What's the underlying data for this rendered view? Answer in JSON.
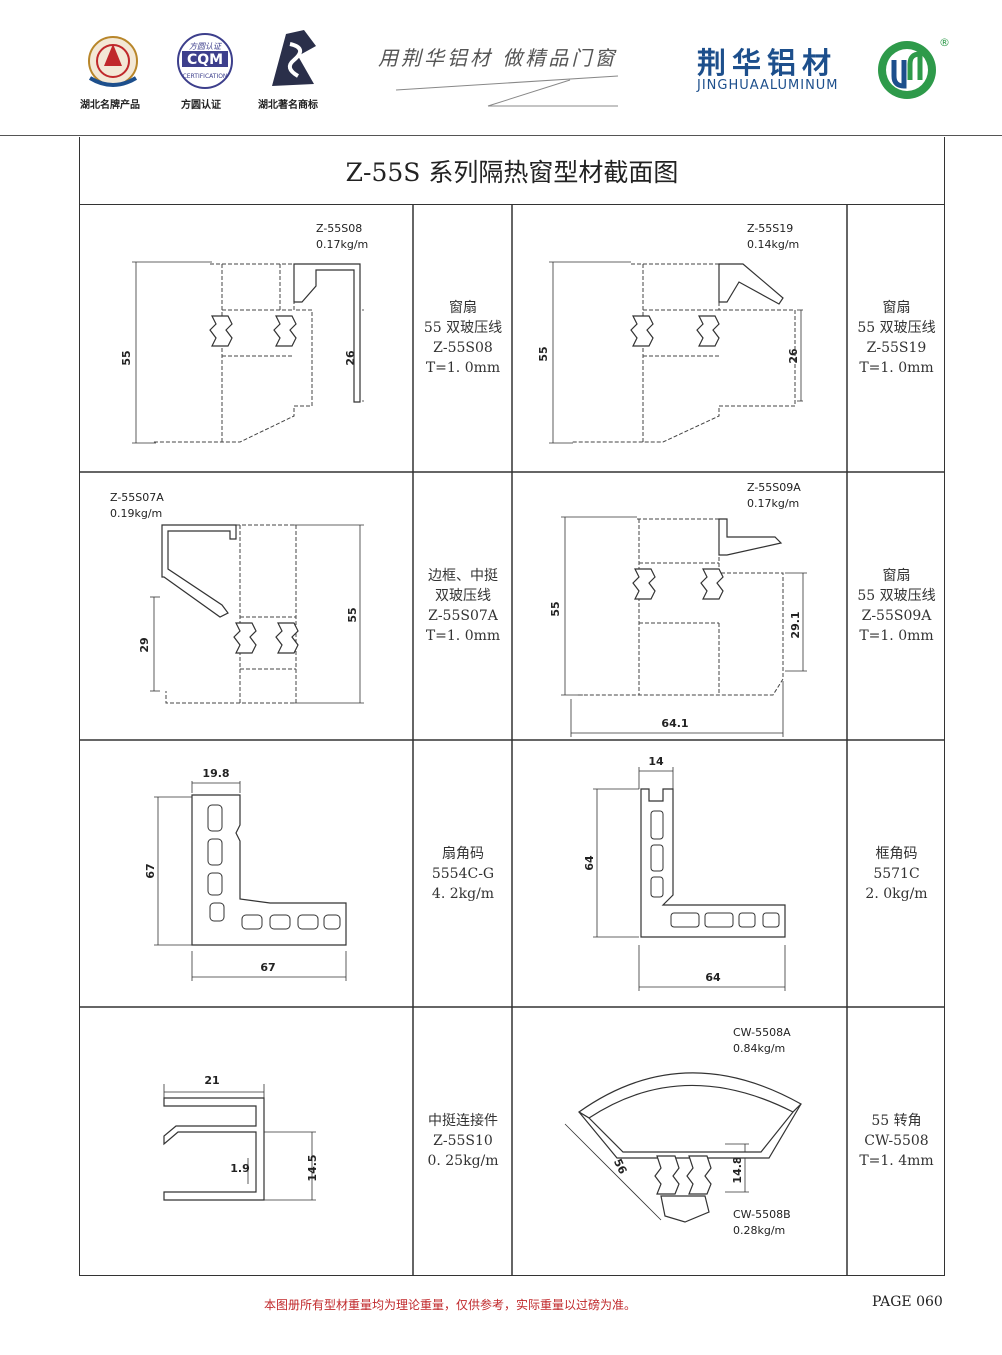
{
  "header": {
    "logos": [
      {
        "icon": "hubei-famous-brand-emblem-icon",
        "caption": "湖北名牌产品"
      },
      {
        "icon": "cqm-certification-icon",
        "caption": "方圆认证",
        "mark": "CQM",
        "mark_sub": "方圆认证",
        "mark_ring": "CERTIFICATION"
      },
      {
        "icon": "hubei-famous-trademark-icon",
        "caption": "湖北著名商标"
      }
    ],
    "slogan": "用荆华铝材 做精品门窗",
    "brand_cn": "荆华铝材",
    "brand_en": "JINGHUAALUMINUM",
    "registered": "®"
  },
  "title": "Z-55S 系列隔热窗型材截面图",
  "cells": [
    {
      "part_label": "Z-55S08",
      "weight_label": "0.17kg/m",
      "dims": [
        "55",
        "26"
      ],
      "desc": [
        "窗扇",
        "55 双玻压线",
        "Z-55S08",
        "T=1. 0mm"
      ]
    },
    {
      "part_label": "Z-55S19",
      "weight_label": "0.14kg/m",
      "dims": [
        "55",
        "26"
      ],
      "desc": [
        "窗扇",
        "55 双玻压线",
        "Z-55S19",
        "T=1. 0mm"
      ]
    },
    {
      "part_label": "Z-55S07A",
      "weight_label": "0.19kg/m",
      "dims": [
        "29",
        "55"
      ],
      "desc": [
        "边框、中挺",
        "双玻压线",
        "Z-55S07A",
        "T=1. 0mm"
      ]
    },
    {
      "part_label": "Z-55S09A",
      "weight_label": "0.17kg/m",
      "dims": [
        "55",
        "29.1",
        "64.1"
      ],
      "desc": [
        "窗扇",
        "55 双玻压线",
        "Z-55S09A",
        "T=1. 0mm"
      ]
    },
    {
      "dims": [
        "19.8",
        "67",
        "67"
      ],
      "desc": [
        "扇角码",
        "5554C-G",
        "4. 2kg/m"
      ]
    },
    {
      "dims": [
        "14",
        "64",
        "64"
      ],
      "desc": [
        "框角码",
        "5571C",
        "2. 0kg/m"
      ]
    },
    {
      "dims": [
        "21",
        "1.9",
        "14.5"
      ],
      "desc": [
        "中挺连接件",
        "Z-55S10",
        "0. 25kg/m"
      ]
    },
    {
      "part_label": "CW-5508A",
      "weight_label": "0.84kg/m",
      "part_label_b": "CW-5508B",
      "weight_label_b": "0.28kg/m",
      "dims": [
        "56",
        "14.8"
      ],
      "desc": [
        "55 转角",
        "CW-5508",
        "T=1. 4mm"
      ]
    }
  ],
  "footer": {
    "note": "本图册所有型材重量均为理论重量，仅供参考，实际重量以过磅为准。",
    "page": "PAGE 060"
  }
}
